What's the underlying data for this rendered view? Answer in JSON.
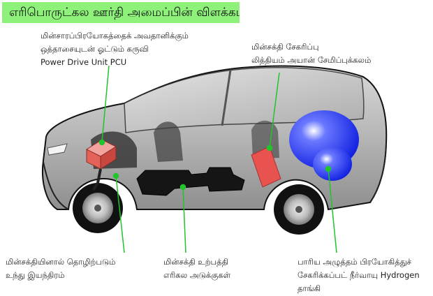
{
  "title": "எரிபொருட்கல ஊர்தி அமைப்பின் விளக்கப்படம்",
  "labels": {
    "pcu": {
      "line1": "மின்சாரப்பிரயோகத்தைக் அவதானிக்கும்",
      "line2": "ஒத்தாசையுடன் ஓட்டும் கருவி",
      "line3": "Power Drive Unit PCU"
    },
    "battery": {
      "line1": "மின்சக்தி சேகரிப்பு",
      "line2": "லித்தியம் அயான் சேமிப்புக்கலம்"
    },
    "motor": {
      "line1": "மின்சக்தியினால் தொழிற்படும்",
      "line2": "உந்து இயந்திரம்"
    },
    "fuelcell": {
      "line1": "மின்சக்தி உற்பத்தி",
      "line2": "எரிகல அடுக்குகள்"
    },
    "tank": {
      "line1": "பாரிய அழுத்தம் பிரயோகித்துச்",
      "line2": "சேகரிக்கப்பட் நீர்வாயு Hydrogen",
      "line3": "தாங்கி"
    }
  },
  "colors": {
    "title_bg": "#8ef27a",
    "leader": "#22c42c",
    "car_body": "#b9b9b9",
    "pcu": "#e9665e",
    "battery": "#e8534f",
    "tank": "#1b2ff0",
    "stack": "#151515"
  }
}
